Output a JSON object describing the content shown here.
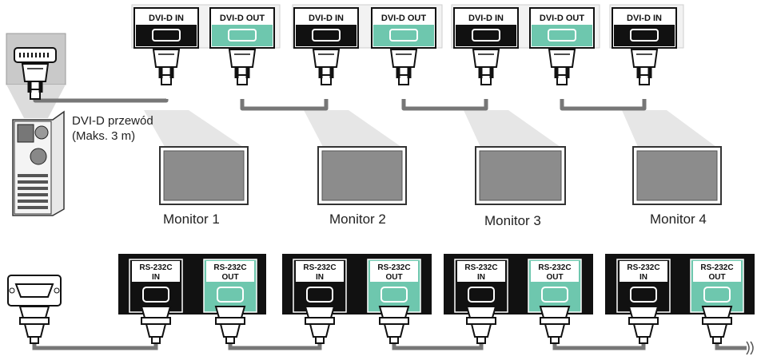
{
  "dvi_ports": [
    {
      "label": "DVI-D IN",
      "type": "in"
    },
    {
      "label": "DVI-D OUT",
      "type": "out"
    },
    {
      "label": "DVI-D IN",
      "type": "in"
    },
    {
      "label": "DVI-D OUT",
      "type": "out"
    },
    {
      "label": "DVI-D IN",
      "type": "in"
    },
    {
      "label": "DVI-D OUT",
      "type": "out"
    },
    {
      "label": "DVI-D IN",
      "type": "in"
    }
  ],
  "rs_ports": [
    {
      "line1": "RS-232C",
      "line2": "IN",
      "type": "in"
    },
    {
      "line1": "RS-232C",
      "line2": "OUT",
      "type": "out"
    },
    {
      "line1": "RS-232C",
      "line2": "IN",
      "type": "in"
    },
    {
      "line1": "RS-232C",
      "line2": "OUT",
      "type": "out"
    },
    {
      "line1": "RS-232C",
      "line2": "IN",
      "type": "in"
    },
    {
      "line1": "RS-232C",
      "line2": "OUT",
      "type": "out"
    },
    {
      "line1": "RS-232C",
      "line2": "IN",
      "type": "in"
    },
    {
      "line1": "RS-232C",
      "line2": "OUT",
      "type": "out"
    }
  ],
  "cable": {
    "line1": "DVI-D przewód",
    "line2": "(Maks. 3 m)"
  },
  "monitors": [
    "Monitor 1",
    "Monitor 2",
    "Monitor 3",
    "Monitor 4"
  ],
  "colors": {
    "port_in": "#111111",
    "port_out": "#6ec7ae",
    "cable": "#777777",
    "panel": "#f2f2f2",
    "screen": "#8c8c8c"
  }
}
